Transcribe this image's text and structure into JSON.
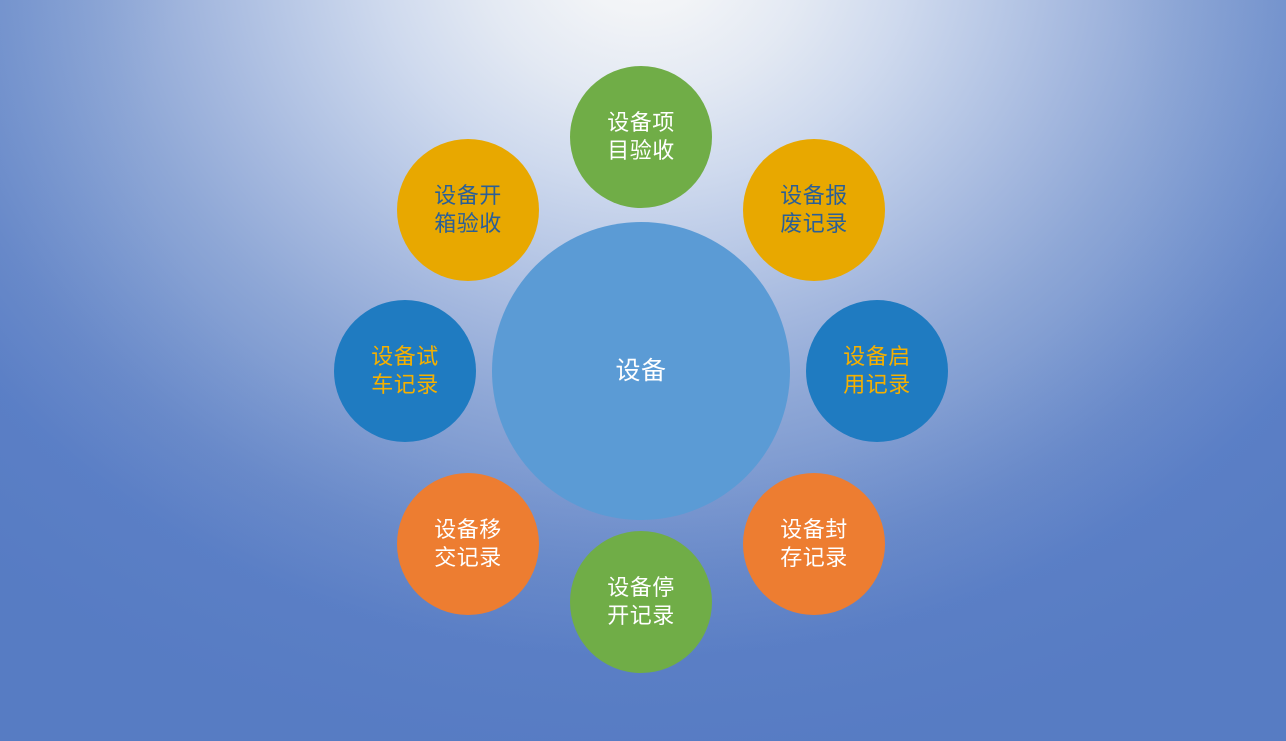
{
  "diagram": {
    "title": "设备",
    "center": {
      "label": "设备",
      "fill": "#5b9bd5",
      "text_color": "#ffffff"
    },
    "nodes": [
      {
        "id": "equipment-project-acceptance",
        "label": "设备项\n目验收",
        "plain_label": "设备项目验收",
        "position": "top",
        "fill": "#70ad47",
        "text_color": "#ffffff"
      },
      {
        "id": "equipment-scrap-record",
        "label": "设备报\n废记录",
        "plain_label": "设备报废记录",
        "position": "top-right",
        "fill": "#e8a800",
        "text_color": "#2b5f96"
      },
      {
        "id": "equipment-activation-record",
        "label": "设备启\n用记录",
        "plain_label": "设备启用记录",
        "position": "right",
        "fill": "#1f7bc1",
        "text_color": "#f5b000"
      },
      {
        "id": "equipment-sealing-record",
        "label": "设备封\n存记录",
        "plain_label": "设备封存记录",
        "position": "bottom-right",
        "fill": "#ed7d31",
        "text_color": "#ffffff"
      },
      {
        "id": "equipment-shutdown-record",
        "label": "设备停\n开记录",
        "plain_label": "设备停开记录",
        "position": "bottom",
        "fill": "#70ad47",
        "text_color": "#ffffff"
      },
      {
        "id": "equipment-handover-record",
        "label": "设备移\n交记录",
        "plain_label": "设备移交记录",
        "position": "bottom-left",
        "fill": "#ed7d31",
        "text_color": "#ffffff"
      },
      {
        "id": "equipment-test-run-record",
        "label": "设备试\n车记录",
        "plain_label": "设备试车记录",
        "position": "left",
        "fill": "#1f7bc1",
        "text_color": "#f5b000"
      },
      {
        "id": "equipment-unpacking-acceptance",
        "label": "设备开\n箱验收",
        "plain_label": "设备开箱验收",
        "position": "top-left",
        "fill": "#e8a800",
        "text_color": "#2b5f96"
      }
    ],
    "background": {
      "highlight_color": "#f7f8f9",
      "edge_color": "#5e81c7"
    }
  }
}
